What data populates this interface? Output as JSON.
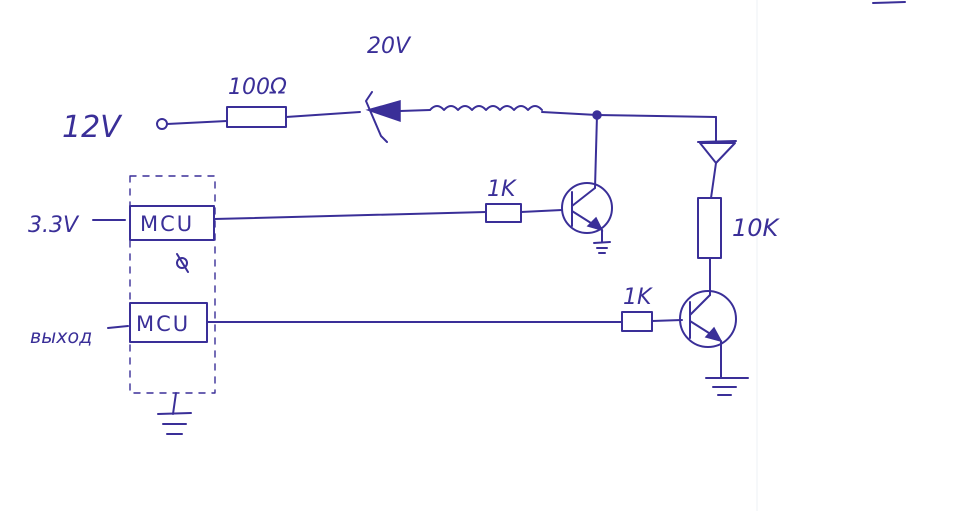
{
  "labels": {
    "v12": "12V",
    "r100": "100Ω",
    "zener": "20V",
    "v33": "3.3V",
    "mcu_top": "MCU",
    "mcu_bottom": "MCU",
    "bottom_input": "выход",
    "r1k_top": "1K",
    "r1k_bottom": "1K",
    "r10k": "10K"
  },
  "colors": {
    "ink": "#3a2f98",
    "paper": "#ffffff"
  }
}
